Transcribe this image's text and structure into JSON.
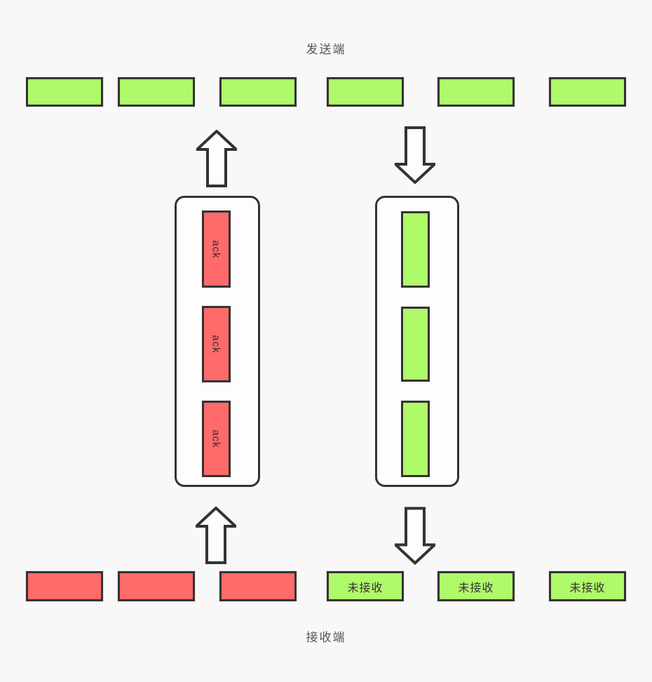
{
  "colors": {
    "background": "#f8f8f8",
    "packet_green": "#affa69",
    "packet_red": "#ff6a6a",
    "stroke": "#333333",
    "label_text": "#555555"
  },
  "sender": {
    "label": "发送端",
    "packet_count": 6
  },
  "channels": {
    "ack_channel": {
      "direction": "up",
      "blocks": [
        {
          "label": "ack"
        },
        {
          "label": "ack"
        },
        {
          "label": "ack"
        }
      ]
    },
    "data_channel": {
      "direction": "down",
      "block_count": 3
    }
  },
  "receiver": {
    "label": "接收端",
    "received_count": 3,
    "unreceived_packets": [
      {
        "label": "未接收"
      },
      {
        "label": "未接收"
      },
      {
        "label": "未接收"
      }
    ]
  }
}
